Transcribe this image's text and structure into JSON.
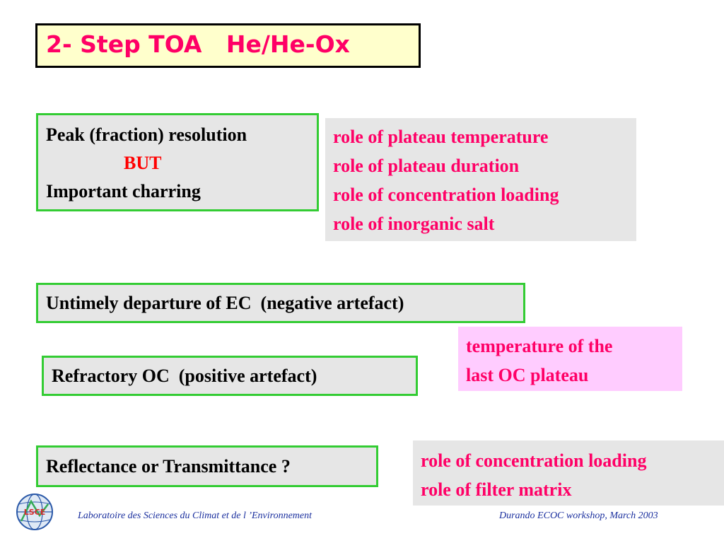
{
  "title": "2- Step TOA   He/He-Ox",
  "box1": {
    "line1": "Peak (fraction) resolution",
    "but": "BUT",
    "line3": "Important charring"
  },
  "notes1": [
    "role of plateau temperature",
    "role of plateau duration",
    "role of concentration loading",
    "role of inorganic salt"
  ],
  "box2": "Untimely departure of EC  (negative artefact)",
  "notes2": [
    "temperature of the",
    "last OC plateau"
  ],
  "box3": "Refractory OC  (positive artefact)",
  "box4": "Reflectance or Transmittance ?",
  "notes3": [
    "role of concentration loading",
    "role of filter matrix"
  ],
  "logo": {
    "text": "LSCE",
    "icon": "globe-logo-icon"
  },
  "footer": {
    "left": "Laboratoire des Sciences du Climat et de l ’Environnement",
    "right": "Durando ECOC workshop, March 2003"
  },
  "colors": {
    "accent": "#ff0066",
    "but": "#ff0000",
    "box_border": "#33cc33",
    "title_bg": "#ffffcc",
    "note_gray": "#e6e6e6",
    "note_pink": "#ffccff",
    "footer": "#1a2f9e"
  }
}
